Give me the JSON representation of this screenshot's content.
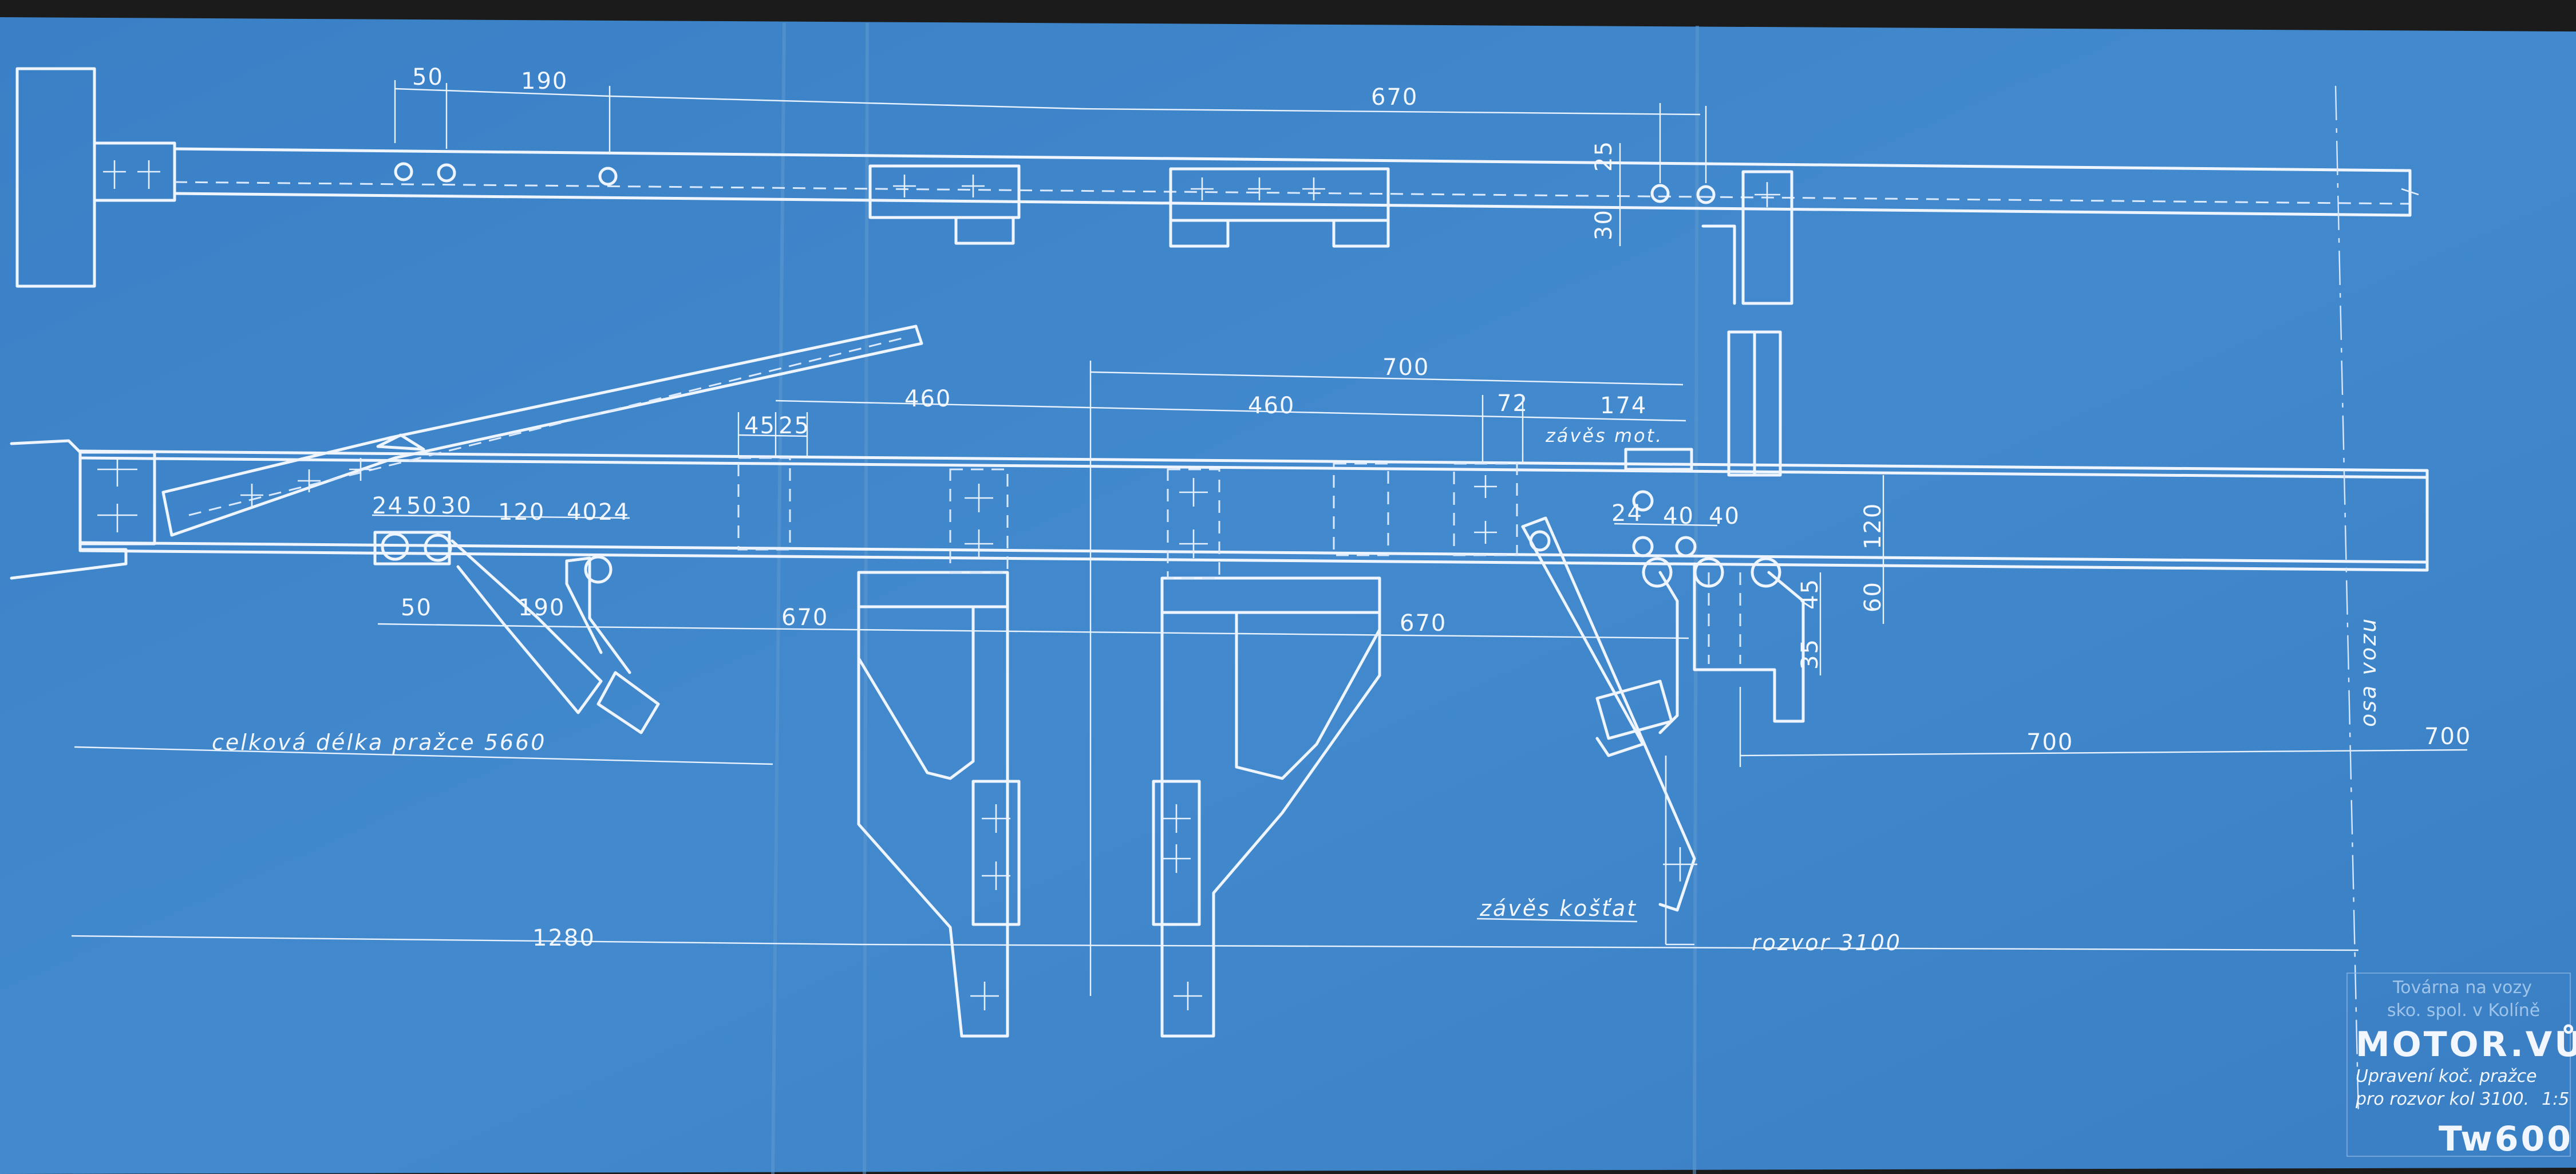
{
  "title_block": {
    "factory_stamp_line1": "Továrna na vozy",
    "factory_stamp_line2": "sko. spol. v Kolíně",
    "title": "MOTOR.VŮZ.",
    "description_line1": "Upravení koč. pražce",
    "description_line2": "pro rozvor kol 3100.",
    "scale": "1:5",
    "drawing_number": "Tw600."
  },
  "notes": {
    "total_length": "celková délka pražce 5660",
    "motor_hanger": "závěs mot.",
    "brush_hanger": "závěs košťat",
    "wheelbase": "rozvor 3100",
    "car_axis": "osa vozu"
  },
  "dimensions": {
    "top_view": [
      "50",
      "190",
      "670",
      "25",
      "30"
    ],
    "upper_chain": [
      "700",
      "460",
      "460",
      "72",
      "174",
      "45",
      "25"
    ],
    "hole_chain": [
      "24",
      "50",
      "30",
      "120",
      "40",
      "24"
    ],
    "right_holes": [
      "24",
      "40",
      "40"
    ],
    "lower_chain": [
      "50",
      "190",
      "670",
      "670"
    ],
    "vertical": [
      "120",
      "60",
      "45",
      "35"
    ],
    "right_side": [
      "700",
      "700"
    ],
    "overall": [
      "1280"
    ]
  },
  "colors": {
    "paper": "#3f86cb",
    "paper_light": "#4a92d4",
    "lines": "#eef5ff"
  }
}
